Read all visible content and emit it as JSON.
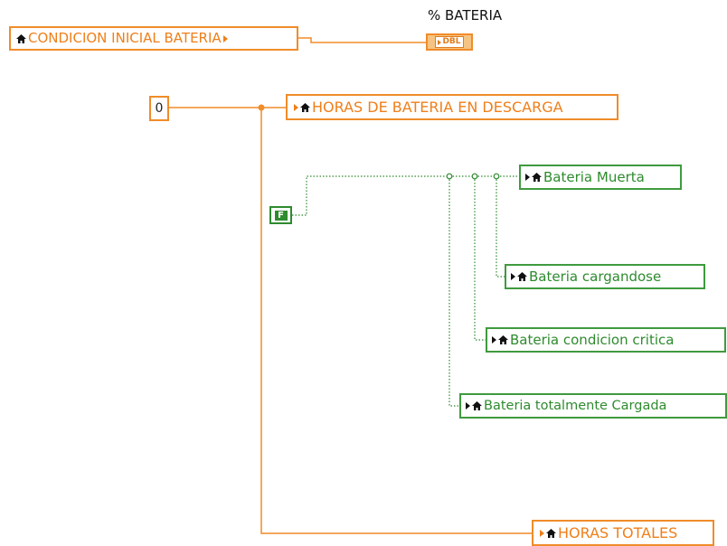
{
  "diagram": {
    "constants": {
      "numeric_zero": "0",
      "boolean_false": "F"
    },
    "indicator": {
      "label": "% BATERIA",
      "type_label": "DBL"
    },
    "nodes": {
      "condicion_inicial": "CONDICION INICIAL BATERIA",
      "horas_descarga": "HORAS DE BATERIA EN DESCARGA",
      "horas_totales": "HORAS TOTALES",
      "bateria_muerta": "Bateria Muerta",
      "bateria_cargandose": "Bateria cargandose",
      "bateria_critica": "Bateria condicion critica",
      "bateria_cargada": "Bateria totalmente Cargada"
    },
    "colors": {
      "numeric_wire": "#f08c2a",
      "boolean_wire": "#2e8b2e"
    }
  }
}
